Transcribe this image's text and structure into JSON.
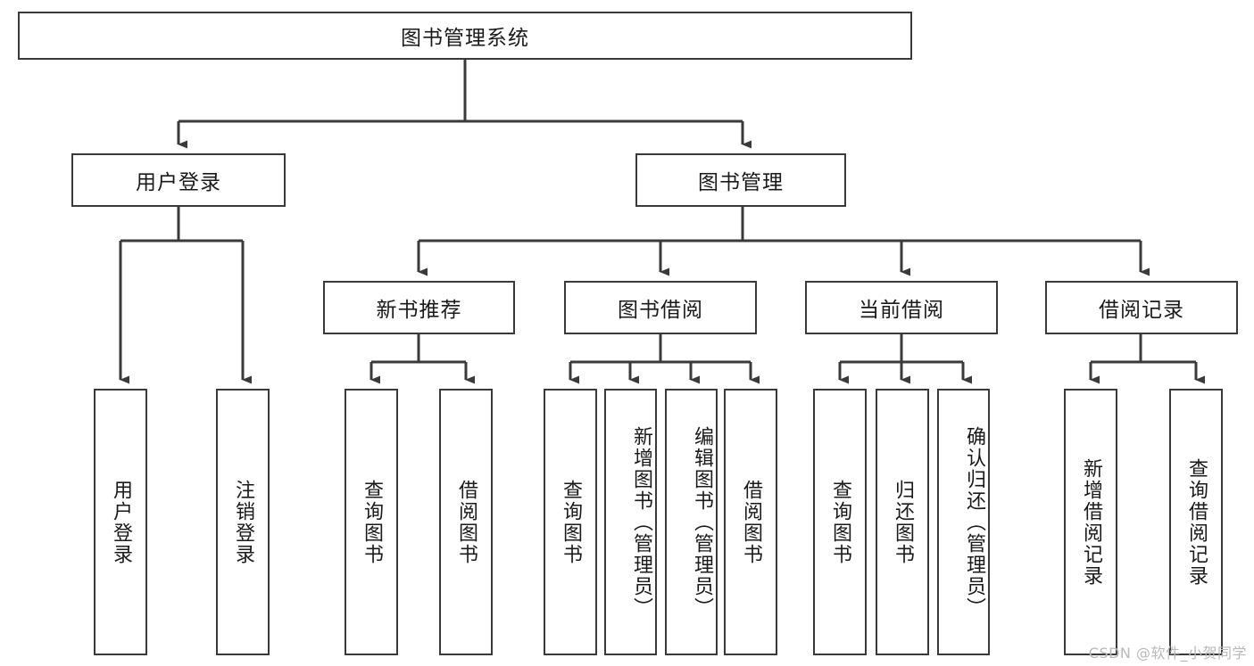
{
  "diagram": {
    "title": "图书管理系统",
    "type": "hierarchy-tree",
    "watermark": "CSDN @软件_小贺同学",
    "colors": {
      "stroke": "#3a3a3a",
      "fill": "#ffffff",
      "text": "#1a1a1a",
      "watermark": "#b9b9b9"
    },
    "nodes": {
      "root": {
        "label": "图书管理系统"
      },
      "level2": [
        {
          "id": "user-login",
          "label": "用户登录"
        },
        {
          "id": "book-management",
          "label": "图书管理"
        }
      ],
      "level3": [
        {
          "id": "new-book-recommend",
          "label": "新书推荐"
        },
        {
          "id": "book-borrow",
          "label": "图书借阅"
        },
        {
          "id": "current-borrow",
          "label": "当前借阅"
        },
        {
          "id": "borrow-record",
          "label": "借阅记录"
        }
      ],
      "leaves": {
        "user-login": [
          {
            "id": "leaf-user-login",
            "label": "用户登录"
          },
          {
            "id": "leaf-logout-login",
            "label": "注销登录"
          }
        ],
        "new-book-recommend": [
          {
            "id": "leaf-query-book-1",
            "label": "查询图书"
          },
          {
            "id": "leaf-borrow-book-1",
            "label": "借阅图书"
          }
        ],
        "book-borrow": [
          {
            "id": "leaf-query-book-2",
            "label": "查询图书"
          },
          {
            "id": "leaf-add-book",
            "label": "新增图书（管理员）"
          },
          {
            "id": "leaf-edit-book",
            "label": "编辑图书（管理员）"
          },
          {
            "id": "leaf-borrow-book-2",
            "label": "借阅图书"
          }
        ],
        "current-borrow": [
          {
            "id": "leaf-query-book-3",
            "label": "查询图书"
          },
          {
            "id": "leaf-return-book",
            "label": "归还图书"
          },
          {
            "id": "leaf-confirm-return",
            "label": "确认归还（管理员）"
          }
        ],
        "borrow-record": [
          {
            "id": "leaf-add-record",
            "label": "新增借阅记录"
          },
          {
            "id": "leaf-query-record",
            "label": "查询借阅记录"
          }
        ]
      }
    }
  }
}
